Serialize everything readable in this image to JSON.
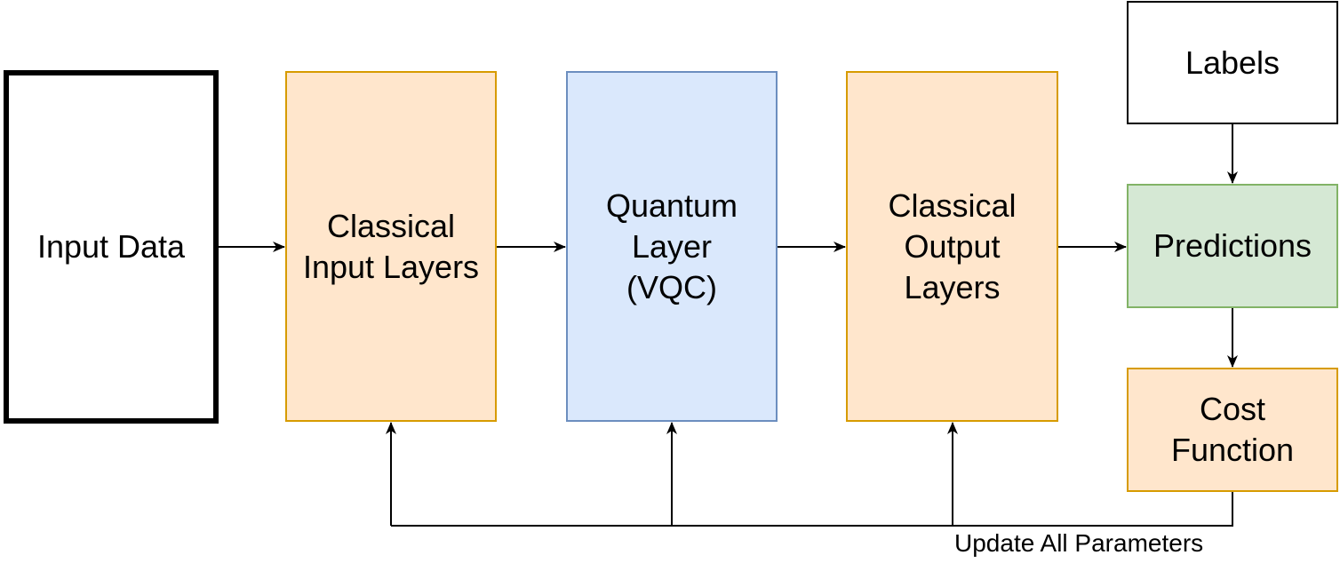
{
  "nodes": {
    "input_data": [
      "Input Data"
    ],
    "classical_input": [
      "Classical",
      "Input Layers"
    ],
    "quantum_layer": [
      "Quantum",
      "Layer",
      "(VQC)"
    ],
    "classical_output": [
      "Classical",
      "Output",
      "Layers"
    ],
    "labels": [
      "Labels"
    ],
    "predictions": [
      "Predictions"
    ],
    "cost_function": [
      "Cost",
      "Function"
    ]
  },
  "edges": {
    "update_label": "Update All Parameters"
  },
  "colors": {
    "classical_fill": "#ffe6cc",
    "classical_stroke": "#d79b00",
    "quantum_fill": "#dae8fc",
    "quantum_stroke": "#6c8ebf",
    "predictions_fill": "#d5e8d4",
    "predictions_stroke": "#82b366"
  }
}
